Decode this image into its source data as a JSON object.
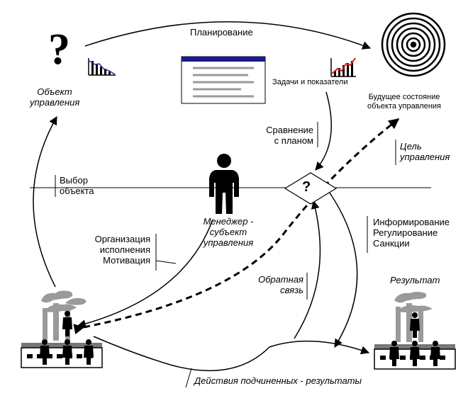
{
  "planning": "Планирование",
  "object": {
    "line1": "Объект",
    "line2": "управления"
  },
  "tasks": "Задачи и показатели",
  "future_state": {
    "line1": "Будущее состояние",
    "line2": "объекта управления"
  },
  "comparison": {
    "line1": "Сравнение",
    "line2": "с планом"
  },
  "goal": {
    "line1": "Цель",
    "line2": "управления"
  },
  "selection": {
    "line1": "Выбор",
    "line2": "объекта"
  },
  "manager": {
    "line1": "Менеджер -",
    "line2": "субъект",
    "line3": "управления"
  },
  "organization": {
    "line1": "Организация",
    "line2": "исполнения",
    "line3": "Мотивация"
  },
  "informing": {
    "line1": "Информирование",
    "line2": "Регулирование",
    "line3": "Санкции"
  },
  "feedback": {
    "line1": "Обратная",
    "line2": "связь"
  },
  "result": "Результат",
  "actions": "Действия подчиненных - результаты",
  "question_mark": "?",
  "diamond_mark": "?",
  "colors": {
    "ink": "#000000",
    "doc_header": "#1a1a8c",
    "smoke": "#9a9a9a",
    "chart_red": "#e02020",
    "chart_blue": "#2a2aa0"
  }
}
